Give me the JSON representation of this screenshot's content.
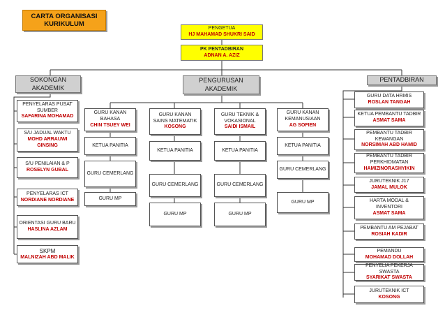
{
  "title": {
    "line1": "CARTA ORGANISASI",
    "line2": "KURIKULUM"
  },
  "pengetua": {
    "role": "PENGETUA",
    "name": "HJ MAHAMAD SHUKRI SAID"
  },
  "pk": {
    "role": "PK PENTADBIRAN",
    "name": "ADNAN A. AZIZ"
  },
  "sokongan": {
    "line1": "SOKONGAN",
    "line2": "AKADEMIK"
  },
  "pengurusan": {
    "line1": "PENGURUSAN",
    "line2": "AKADEMIK"
  },
  "pentadbiran": {
    "label": "PENTADBIRAN"
  },
  "left": [
    {
      "role": "PENYELARAS PUSAT SUMBER",
      "name": "SAFARINA MOHAMAD"
    },
    {
      "role": "S/U JADUAL WAKTU",
      "name": "MOHD ARRAUWI GINSING"
    },
    {
      "role": "S/U PENILAIAN & P",
      "name": "ROSELYN GUBAL"
    },
    {
      "role": "PENYELARAS ICT",
      "name": "NORDIANE NORDIANE"
    },
    {
      "role": "ORIENTASI GURU BARU",
      "name": "HASLINA AZLAM"
    },
    {
      "role": "SKPM",
      "name": "MALNIZAH ABD MALIK"
    }
  ],
  "columns": [
    {
      "head_role": "GURU KANAN BAHASA",
      "head_name": "CHIN TSUEY WEI",
      "ketua": "KETUA PANITIA",
      "cemerlang": "GURU CEMERLANG",
      "mp": "GURU MP"
    },
    {
      "head_role": "GURU KANAN SAINS MATEMATIK",
      "head_name": "KOSONG",
      "ketua": "KETUA PANITIA",
      "cemerlang": "GURU CEMERLANG",
      "mp": "GURU MP"
    },
    {
      "head_role": "GURU TEKNIK & VOKASIONAL",
      "head_name": "SAIDI ISMAIL",
      "ketua": "KETUA PANITIA",
      "cemerlang": "GURU CEMERLANG",
      "mp": "GURU MP"
    },
    {
      "head_role": "GURU KANAN KEMANUSIAAN",
      "head_name": "AG SOFIEN",
      "ketua": "KETUA PANITIA",
      "cemerlang": "GURU CEMERLANG",
      "mp": "GURU MP"
    }
  ],
  "right": [
    {
      "role": "GURU DATA HRMIS",
      "name": "ROSLAN TANGAH"
    },
    {
      "role": "KETUA PEMBANTU TADBIR",
      "name": "ASMAT SAMA"
    },
    {
      "role": "PEMBANTU TADBIR KEWANGAN",
      "name": "NORSIMAH ABD HAMID"
    },
    {
      "role": "PEMBANTU TADBIR PERKHIDMATAN",
      "name": "HAMIZINORASHYIKIN"
    },
    {
      "role": "JURUTEKNIK J17",
      "name": "JAMAL MULOK"
    },
    {
      "role": "HARTA MODAL & INVENTORI",
      "name": "ASMAT SAMA"
    },
    {
      "role": "PEMBANTU AM PEJABAT",
      "name": "ROSIAH KADIR"
    },
    {
      "role": "PEMANDU",
      "name": "MOHAMAD DOLLAH"
    },
    {
      "role": "PENYELIA PEKERJA SWASTA",
      "name": "SYARIKAT SWASTA"
    },
    {
      "role": "JURUTEKNIK ICT",
      "name": "KOSONG"
    }
  ]
}
